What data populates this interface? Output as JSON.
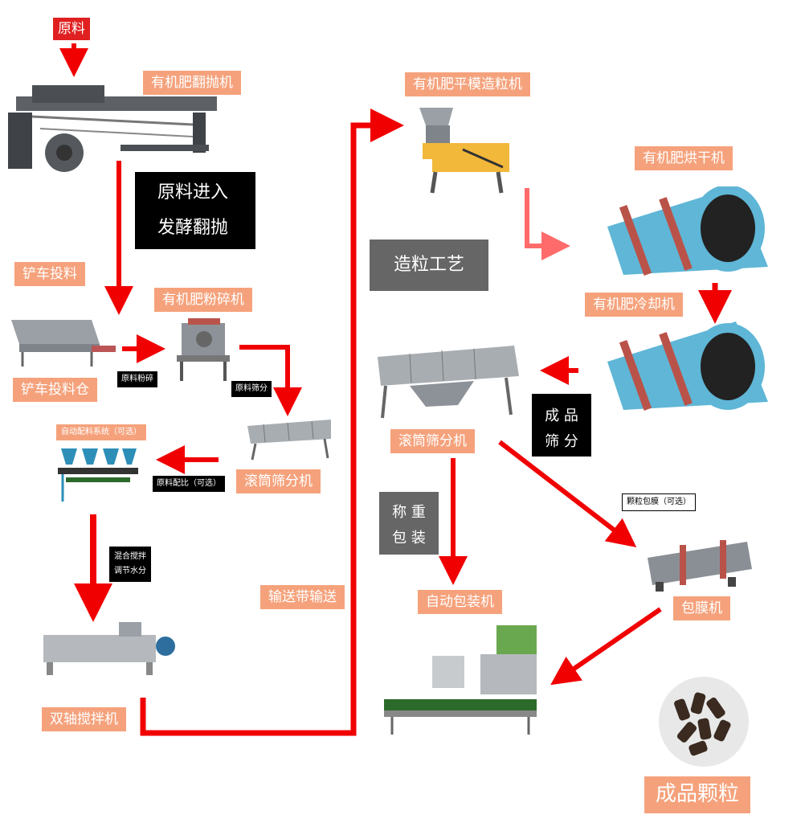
{
  "labels": {
    "raw_material": "原料",
    "turner": "有机肥翻抛机",
    "raw_enter": [
      "原料进入",
      "发酵翻抛"
    ],
    "shovel_feed": "铲车投料",
    "shovel_bin": "铲车投料仓",
    "crusher": "有机肥粉碎机",
    "raw_crush": "原料粉碎",
    "raw_screen": "原料筛分",
    "trommel_1": "滚筒筛分机",
    "batching": "自动配料系统（可选）",
    "raw_ratio": "原料配比（可选）",
    "mix": [
      "混合搅拌",
      "调节水分"
    ],
    "mixer": "双轴搅拌机",
    "conveyor": "输送带输送",
    "granulator": "有机肥平模造粒机",
    "granulation_process": "造粒工艺",
    "dryer": "有机肥烘干机",
    "cooler": "有机肥冷却机",
    "trommel_2": "滚筒筛分机",
    "finished_screen": [
      "成 品",
      "筛 分"
    ],
    "weigh_pack": [
      "称 重",
      "包 装"
    ],
    "auto_packer": "自动包装机",
    "coating_optional": "颗粒包膜（可选）",
    "coating_machine": "包膜机",
    "final_granules": "成品颗粒"
  },
  "colors": {
    "arrow": "#f00000",
    "label_bg": "#f5a27c",
    "raw_bg": "#e02020",
    "dryer_body": "#5fb6d6",
    "machine_grey": "#8a8f95",
    "hopper_blue": "#2d8fb8",
    "granule": "#3b2a20"
  }
}
